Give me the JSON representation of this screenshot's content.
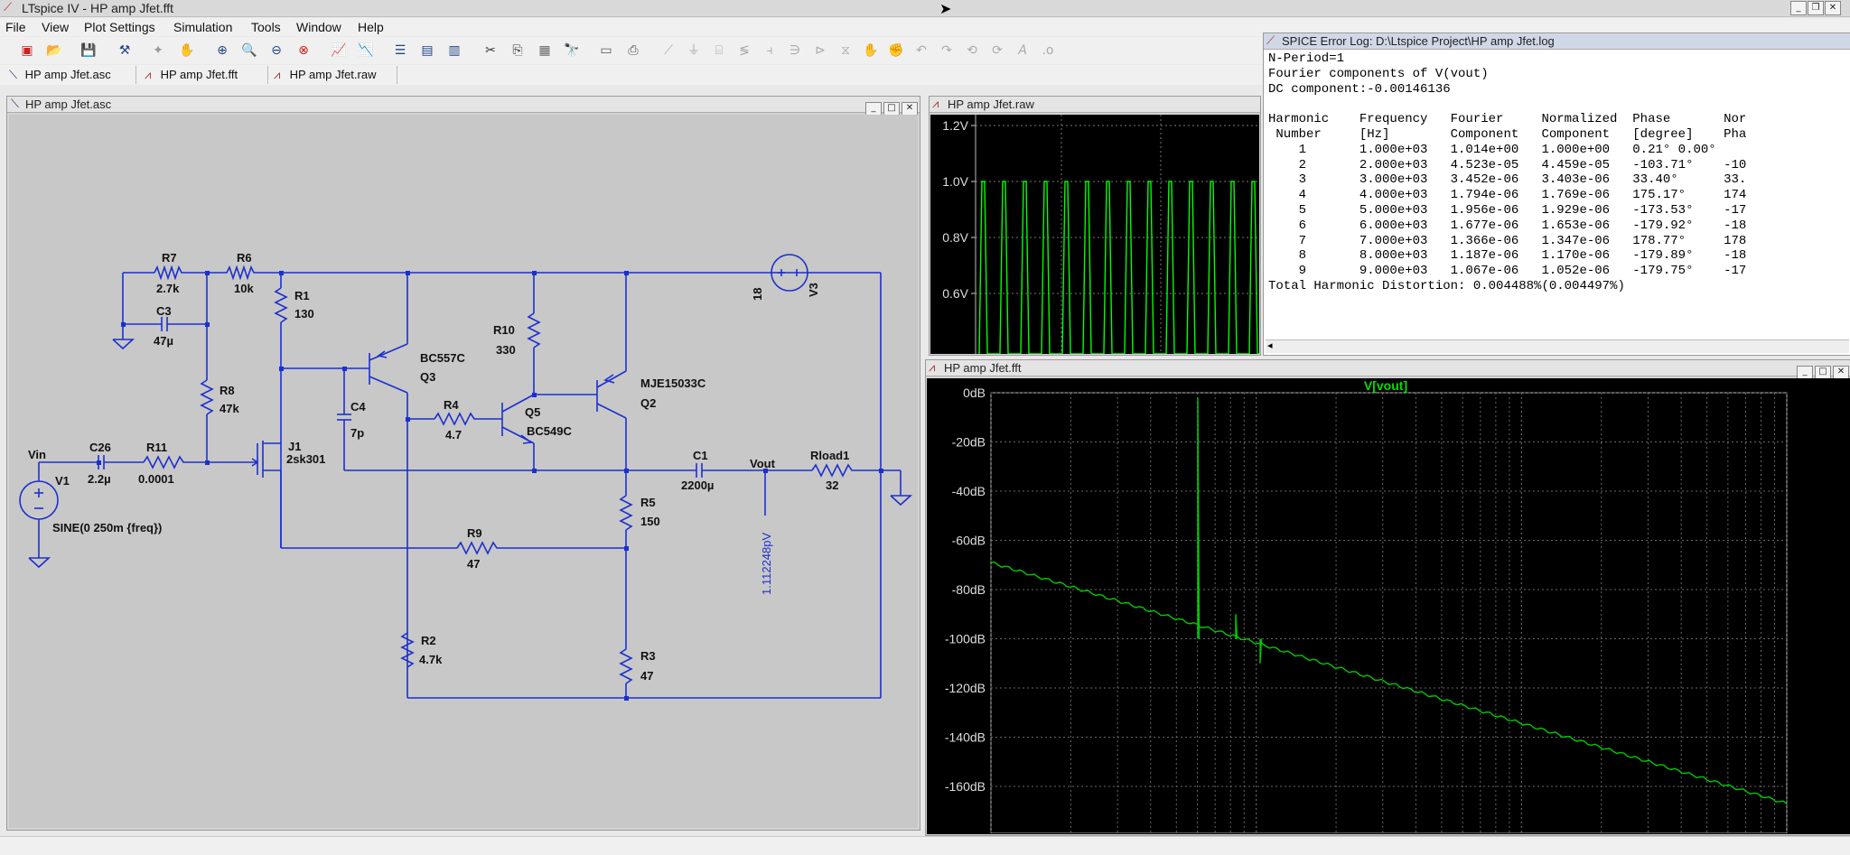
{
  "app": {
    "title": "LTspice IV - HP amp Jfet.fft"
  },
  "menu": [
    "File",
    "View",
    "Plot Settings",
    "Simulation",
    "Tools",
    "Window",
    "Help"
  ],
  "tabs": [
    {
      "label": "HP amp Jfet.asc"
    },
    {
      "label": "HP amp Jfet.fft"
    },
    {
      "label": "HP amp Jfet.raw"
    }
  ],
  "schematic": {
    "title": "HP amp Jfet.asc",
    "components": {
      "r7": {
        "name": "R7",
        "value": "2.7k"
      },
      "r6": {
        "name": "R6",
        "value": "10k"
      },
      "r1": {
        "name": "R1",
        "value": "130"
      },
      "c3": {
        "name": "C3",
        "value": "47µ"
      },
      "r8": {
        "name": "R8",
        "value": "47k"
      },
      "r10": {
        "name": "R10",
        "value": "330"
      },
      "q3": {
        "name": "Q3",
        "model": "BC557C"
      },
      "q2": {
        "name": "Q2",
        "model": "MJE15033C"
      },
      "q5": {
        "name": "Q5",
        "model": "BC549C"
      },
      "c4": {
        "name": "C4",
        "value": "7p"
      },
      "r4": {
        "name": "R4",
        "value": "4.7"
      },
      "j1": {
        "name": "J1",
        "model": "2sk301"
      },
      "c26": {
        "name": "C26",
        "value": "2.2µ"
      },
      "r11": {
        "name": "R11",
        "value": "0.0001"
      },
      "v1": {
        "name": "V1",
        "value": "SINE(0 250m {freq})"
      },
      "c1": {
        "name": "C1",
        "value": "2200µ"
      },
      "rload1": {
        "name": "Rload1",
        "value": "32"
      },
      "r5": {
        "name": "R5",
        "value": "150"
      },
      "r9": {
        "name": "R9",
        "value": "47"
      },
      "r2": {
        "name": "R2",
        "value": "4.7k"
      },
      "r3": {
        "name": "R3",
        "value": "47"
      },
      "v3": {
        "name": "V3",
        "value": "18"
      }
    },
    "nets": {
      "vin": "Vin",
      "vout": "Vout",
      "probe": "1.112248pV"
    }
  },
  "raw_plot": {
    "title": "HP amp Jfet.raw",
    "chart_data": {
      "type": "line",
      "ylabels": [
        "1.2V",
        "1.0V",
        "0.8V",
        "0.6V"
      ],
      "color": "#00ff00"
    }
  },
  "fft_plot": {
    "title": "HP amp Jfet.fft",
    "trace": "V[vout]",
    "chart_data": {
      "type": "line",
      "ylabels": [
        "0dB",
        "-20dB",
        "-40dB",
        "-60dB",
        "-80dB",
        "-100dB",
        "-120dB",
        "-140dB",
        "-160dB"
      ],
      "ylim": [
        -175,
        0
      ],
      "color": "#00cc00"
    }
  },
  "error_log": {
    "title": "SPICE Error Log: D:\\Ltspice Project\\HP amp Jfet.log",
    "lines": [
      "N-Period=1",
      "Fourier components of V(vout)",
      "DC component:-0.00146136",
      "",
      "Harmonic    Frequency   Fourier     Normalized  Phase       Nor",
      " Number     [Hz]        Component   Component   [degree]    Pha",
      "    1       1.000e+03   1.014e+00   1.000e+00   0.21° 0.00°",
      "    2       2.000e+03   4.523e-05   4.459e-05   -103.71°    -10",
      "    3       3.000e+03   3.452e-06   3.403e-06   33.40°      33.",
      "    4       4.000e+03   1.794e-06   1.769e-06   175.17°     174",
      "    5       5.000e+03   1.956e-06   1.929e-06   -173.53°    -17",
      "    6       6.000e+03   1.677e-06   1.653e-06   -179.92°    -18",
      "    7       7.000e+03   1.366e-06   1.347e-06   178.77°     178",
      "    8       8.000e+03   1.187e-06   1.170e-06   -179.89°    -18",
      "    9       9.000e+03   1.067e-06   1.052e-06   -179.75°    -17",
      "Total Harmonic Distortion: 0.004488%(0.004497%)"
    ]
  }
}
